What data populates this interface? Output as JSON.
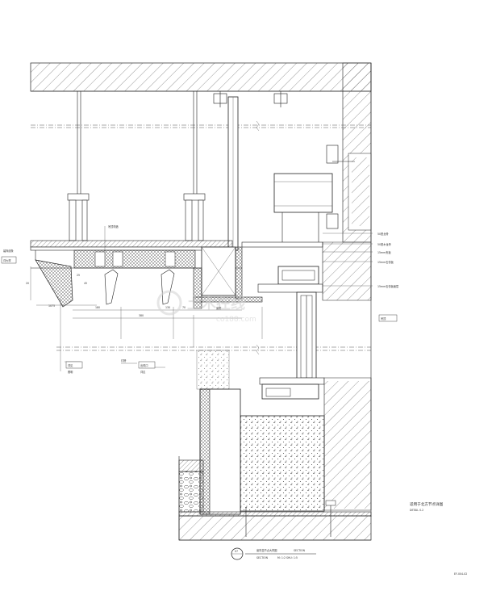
{
  "drawing": {
    "material_labels": [
      "50宽龙骨",
      "50宽木龙骨",
      "15mm夹板",
      "15mm石膏板",
      "15mm石膏板面层"
    ],
    "left_tag": "装饰线条",
    "left_tag_ref": "详大样",
    "dim_labels": [
      "180",
      "130",
      "380",
      "25",
      "70",
      "45",
      "1075",
      "20"
    ],
    "callout_labels": [
      "吊顶构造",
      "吊顶",
      "灯槽",
      "详见",
      "照明",
      "出风口",
      "详见",
      "窗帘"
    ],
    "right_note": "适用于北方节点详图",
    "right_note_sub": "DETAIL 0.2",
    "title_number": "07",
    "title_text": "窗帘盒节点大样图",
    "title_scale_en": "SECTION",
    "title_scale": "M: 1:2  SHU: 1:5",
    "title_sub": "SECTION",
    "sheet_code": "EF-004-02",
    "watermark_main": "土木在线",
    "watermark_sub": "co188.com"
  }
}
